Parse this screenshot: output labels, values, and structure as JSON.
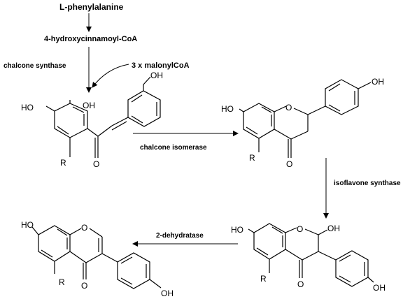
{
  "pathway": {
    "start": "L-phenylalanine",
    "intermediate": "4-hydroxycinnamoyl-CoA",
    "cosubstrate": "3 x malonylCoA"
  },
  "enzymes": {
    "chalcone_synthase": "chalcone synthase",
    "chalcone_isomerase": "chalcone isomerase",
    "isoflavone_synthase": "isoflavone synthase",
    "dehydratase": "2-dehydratase"
  },
  "atoms": {
    "ho": "HO",
    "oh": "OH",
    "o": "O",
    "r": "R"
  }
}
